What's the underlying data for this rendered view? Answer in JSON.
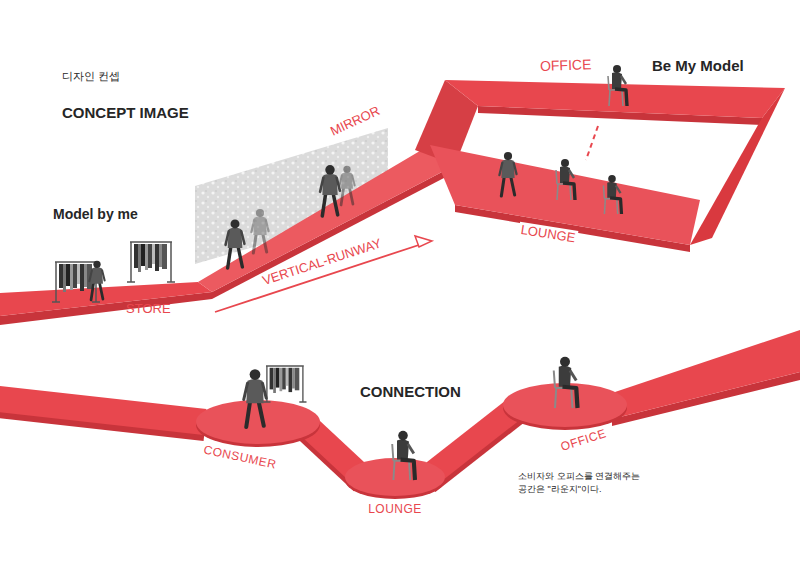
{
  "diagram": {
    "title": "CONCEPT IMAGE",
    "nodes": [
      {
        "text": [
          "CONSUMER"
        ]
      },
      {
        "text": [
          "LOUNGE"
        ]
      },
      {
        "text": [
          "OFFICE"
        ]
      }
    ],
    "edges": [
      {
        "from": 0,
        "to": 1,
        "arrow": "none"
      },
      {
        "from": 1,
        "to": 2,
        "arrow": "none"
      }
    ],
    "labels": [
      "디자인 컨셉",
      "Model by me",
      "STORE",
      "MIRROR",
      "VERTICAL-RUNWAY",
      "OFFICE",
      "Be My Model",
      "LOUNGE",
      "CONNECTION",
      "소비자와 오피스를 연결해주는 공간은 \"라운지\"이다."
    ]
  }
}
